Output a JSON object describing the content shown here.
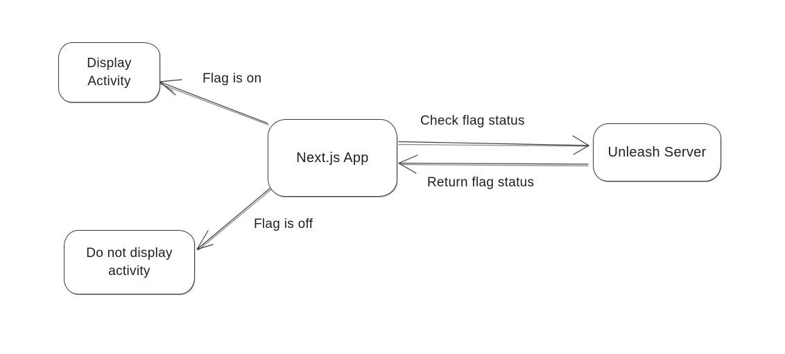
{
  "diagram": {
    "type": "flowchart",
    "colors": {
      "background": "#ffffff",
      "stroke": "#3c3c3c",
      "text": "#1e1e1e"
    },
    "nodes": {
      "display_activity": {
        "label": "Display\nActivity"
      },
      "nextjs_app": {
        "label": "Next.js App"
      },
      "unleash_server": {
        "label": "Unleash Server"
      },
      "do_not_display": {
        "label": "Do not display\nactivity"
      }
    },
    "edges": {
      "flag_on": {
        "label": "Flag is on",
        "from": "Next.js App",
        "to": "Display Activity"
      },
      "check_status": {
        "label": "Check flag status",
        "from": "Next.js App",
        "to": "Unleash Server"
      },
      "return_status": {
        "label": "Return flag status",
        "from": "Unleash Server",
        "to": "Next.js App"
      },
      "flag_off": {
        "label": "Flag is off",
        "from": "Next.js App",
        "to": "Do not display activity"
      }
    }
  }
}
